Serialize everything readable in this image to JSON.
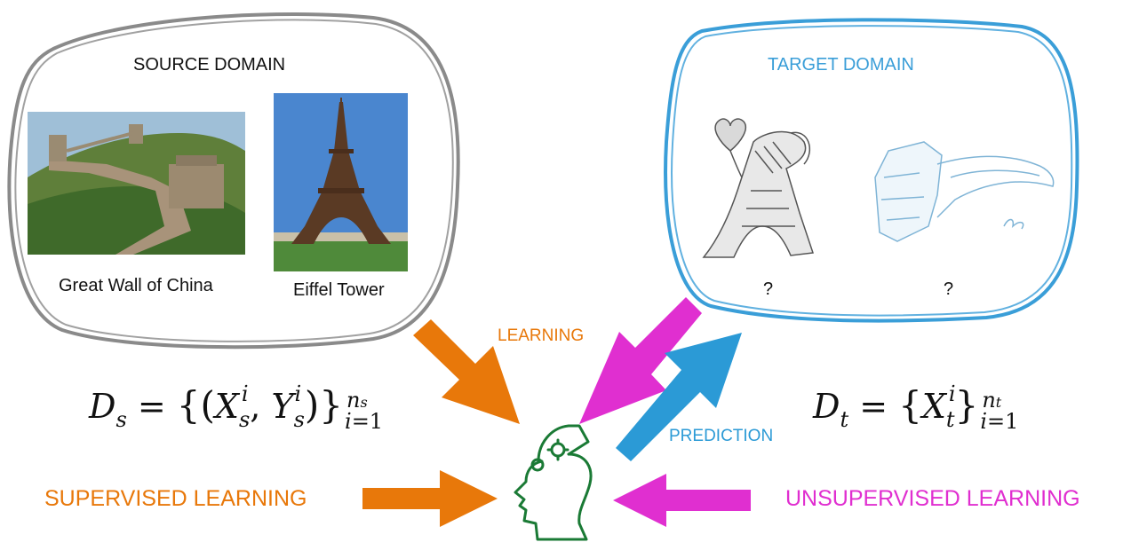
{
  "source_domain": {
    "title": "SOURCE DOMAIN",
    "images": [
      {
        "caption": "Great Wall of China",
        "icon": "great-wall-photo"
      },
      {
        "caption": "Eiffel Tower",
        "icon": "eiffel-tower-photo"
      }
    ]
  },
  "target_domain": {
    "title": "TARGET DOMAIN",
    "images": [
      {
        "caption": "?",
        "icon": "eiffel-tower-sketch"
      },
      {
        "caption": "?",
        "icon": "great-wall-sketch"
      }
    ]
  },
  "labels": {
    "learning": "LEARNING",
    "prediction": "PREDICTION",
    "supervised": "SUPERVISED LEARNING",
    "unsupervised": "UNSUPERVISED LEARNING"
  },
  "formulas": {
    "source": "D_s = {(X_s^i, Y_s^i)}_{i=1}^{n_s}",
    "target": "D_t = {X_t^i}_{i=1}^{n_t}"
  },
  "colors": {
    "orange": "#e8780a",
    "magenta": "#e02fd0",
    "blue": "#2b9ad6",
    "green": "#1a7a35",
    "gray_outline": "#8a8a8a",
    "target_blue": "#3a9ed8"
  }
}
